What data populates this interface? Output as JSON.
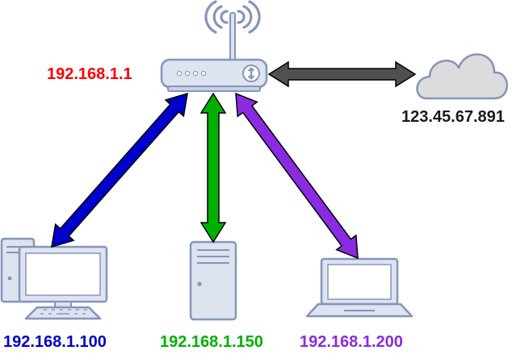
{
  "router": {
    "ip": "192.168.1.1",
    "ip_color": "#ff0000"
  },
  "internet": {
    "ip": "123.45.67.891",
    "ip_color": "#1a1a1a"
  },
  "devices": [
    {
      "type": "desktop-computer",
      "ip": "192.168.1.100",
      "color": "#0000cc"
    },
    {
      "type": "server-tower",
      "ip": "192.168.1.150",
      "color": "#00b000"
    },
    {
      "type": "laptop",
      "ip": "192.168.1.200",
      "color": "#8a2be2"
    }
  ],
  "colors": {
    "device_fill": "#dde3ef",
    "device_stroke": "#8595b9",
    "cloud_fill": "#dcdcdc",
    "cloud_stroke": "#8595b9",
    "internet_link": "#505050"
  }
}
